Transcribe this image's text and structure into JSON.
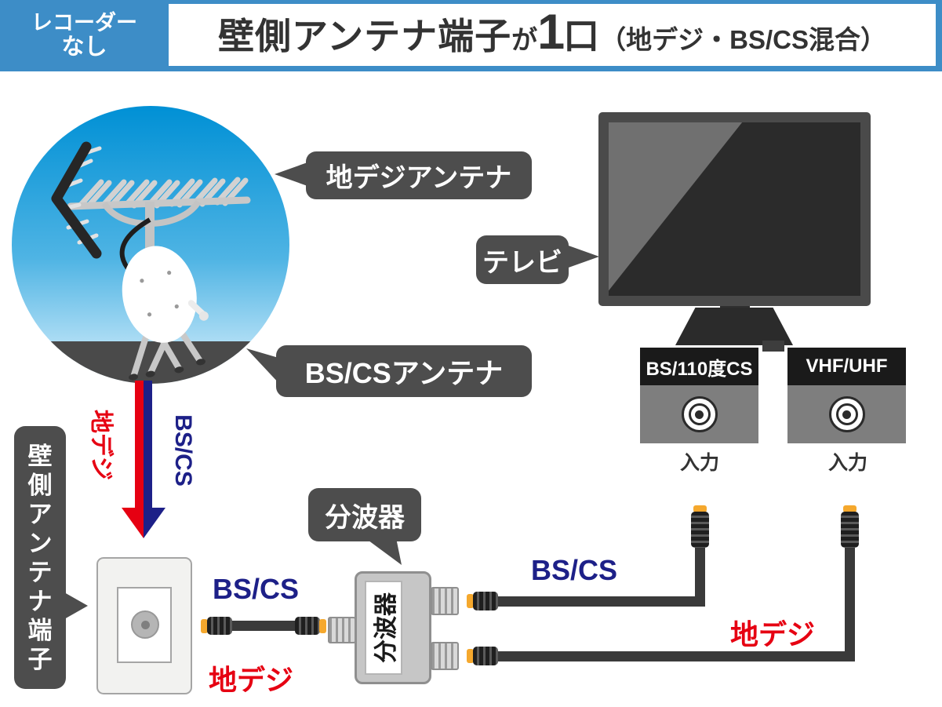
{
  "header": {
    "badge": {
      "line1": "レコーダー",
      "line2": "なし"
    },
    "title": {
      "prefix": "壁側アンテナ端子",
      "particle": "が",
      "number": "1",
      "unit": "口",
      "suffix": "（地デジ・BS/CS混合）"
    }
  },
  "bubbles": {
    "terrestrial_antenna": "地デジアンテナ",
    "satellite_antenna": "BS/CSアンテナ",
    "tv": "テレビ",
    "splitter": "分波器"
  },
  "splitter": {
    "body_label": "分波器"
  },
  "wall": {
    "label": "壁側アンテナ端子"
  },
  "downlink_arrow": {
    "terrestrial": "地デジ",
    "satellite": "BS/CS"
  },
  "wall_cable": {
    "satellite": "BS/CS",
    "terrestrial": "地デジ"
  },
  "tv_cables": {
    "satellite": "BS/CS",
    "terrestrial": "地デジ"
  },
  "tv_inputs": {
    "left": {
      "name": "BS/110度CS",
      "label": "入力"
    },
    "right": {
      "name": "VHF/UHF",
      "label": "入力"
    }
  },
  "colors": {
    "header_blue": "#3d8dc7",
    "bubble_gray": "#4d4d4d",
    "terrestrial_red": "#e60012",
    "satellite_navy": "#1d2088",
    "cable_dark": "#3a3a3a",
    "connector_yellow": "#f5a82d",
    "sky_blue": "#0090d5"
  }
}
